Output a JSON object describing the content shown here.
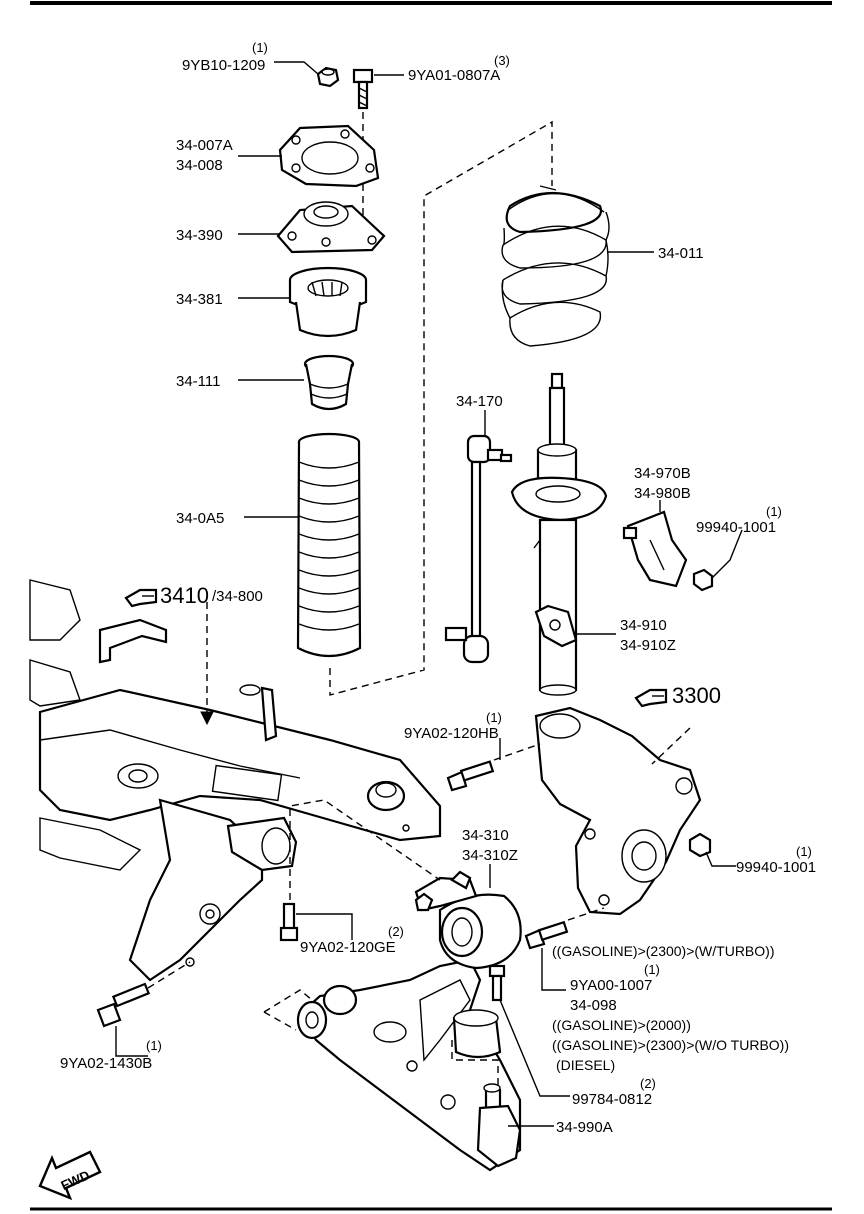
{
  "labels": {
    "p_9yb10": "9YB10-1209",
    "q_9yb10": "(1)",
    "p_9ya01": "9YA01-0807A",
    "q_9ya01": "(3)",
    "p_34007a": "34-007A",
    "p_34008": "34-008",
    "p_34390": "34-390",
    "p_34381": "34-381",
    "p_34111": "34-111",
    "p_340a5": "34-0A5",
    "p_34011": "34-011",
    "p_34170": "34-170",
    "p_34970b": "34-970B",
    "p_34980b": "34-980B",
    "p_99940_top": "99940-1001",
    "q_99940_top": "(1)",
    "ref_3410": "3410",
    "ref_34800": "/34-800",
    "p_34910": "34-910",
    "p_34910z": "34-910Z",
    "ref_3300": "3300",
    "p_9ya02_120hb": "9YA02-120HB",
    "q_9ya02_120hb": "(1)",
    "p_34310": "34-310",
    "p_34310z": "34-310Z",
    "p_99940_mid": "99940-1001",
    "q_99940_mid": "(1)",
    "p_9ya02_120ge": "9YA02-120GE",
    "q_9ya02_120ge": "(2)",
    "note_gas_turbo": "((GASOLINE)>(2300)>(W/TURBO))",
    "p_9ya00": "9YA00-1007",
    "q_9ya00": "(1)",
    "p_34098": "34-098",
    "note_gas_2000": "((GASOLINE)>(2000))",
    "note_gas_noturbo": "((GASOLINE)>(2300)>(W/O TURBO))",
    "note_diesel": "(DIESEL)",
    "p_9ya02_1430b": "9YA02-1430B",
    "q_9ya02_1430b": "(1)",
    "p_99784": "99784-0812",
    "q_99784": "(2)",
    "p_34990a": "34-990A",
    "fwd": "FWD"
  },
  "icons": [
    "hand-pointer-icon",
    "fwd-arrow-icon"
  ]
}
